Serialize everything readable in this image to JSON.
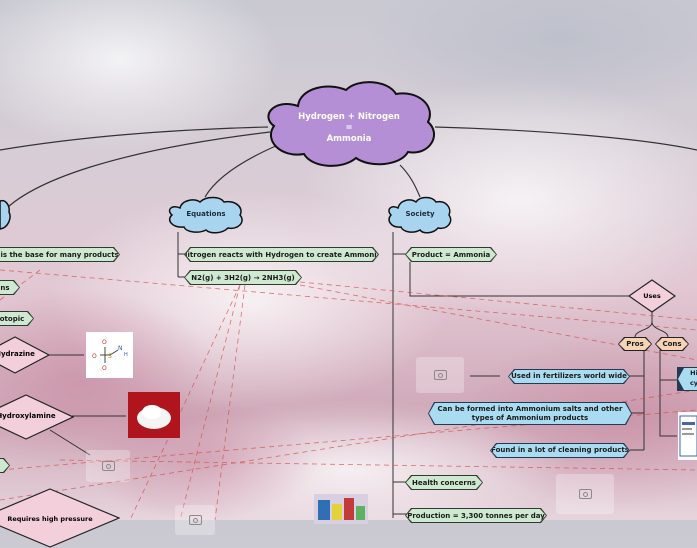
{
  "root": {
    "title_line1": "Hydrogen + Nitrogen",
    "title_line2": "=",
    "title_line3": "Ammonia"
  },
  "branches": {
    "equations": "Equations",
    "society": "Society"
  },
  "left": {
    "base_products": "a is the base for many products",
    "ns": "ns",
    "isotopic": "otopic",
    "hydrazine": "Hydrazine",
    "hydroxylamine": "Hydroxylamine",
    "requires": "Requires high pressure"
  },
  "equations_items": [
    "Nitrogen reacts with Hydrogen to create Ammonia",
    "N2(g) + 3H2(g) → 2NH3(g)"
  ],
  "society_items": {
    "product": "Product = Ammonia",
    "uses": "Uses",
    "pros": "Pros",
    "cons": "Cons",
    "fertilizers": "Used in fertilizers world wide",
    "salts": "Can be formed into Ammonium salts and other types of Ammonium products",
    "cleaning": "Found in a lot of cleaning products",
    "health": "Health concerns",
    "production": "Production = 3,300 tonnes per day",
    "cons_partial_1": "Hi",
    "cons_partial_2": "cy"
  },
  "colors": {
    "root_fill": "#b48fd6",
    "branch_fill": "#a9d4f0",
    "green": "#cfe9d0",
    "blue": "#a9dcf0",
    "uses": "#f3cfdc",
    "pros": "#f6d3b5"
  }
}
